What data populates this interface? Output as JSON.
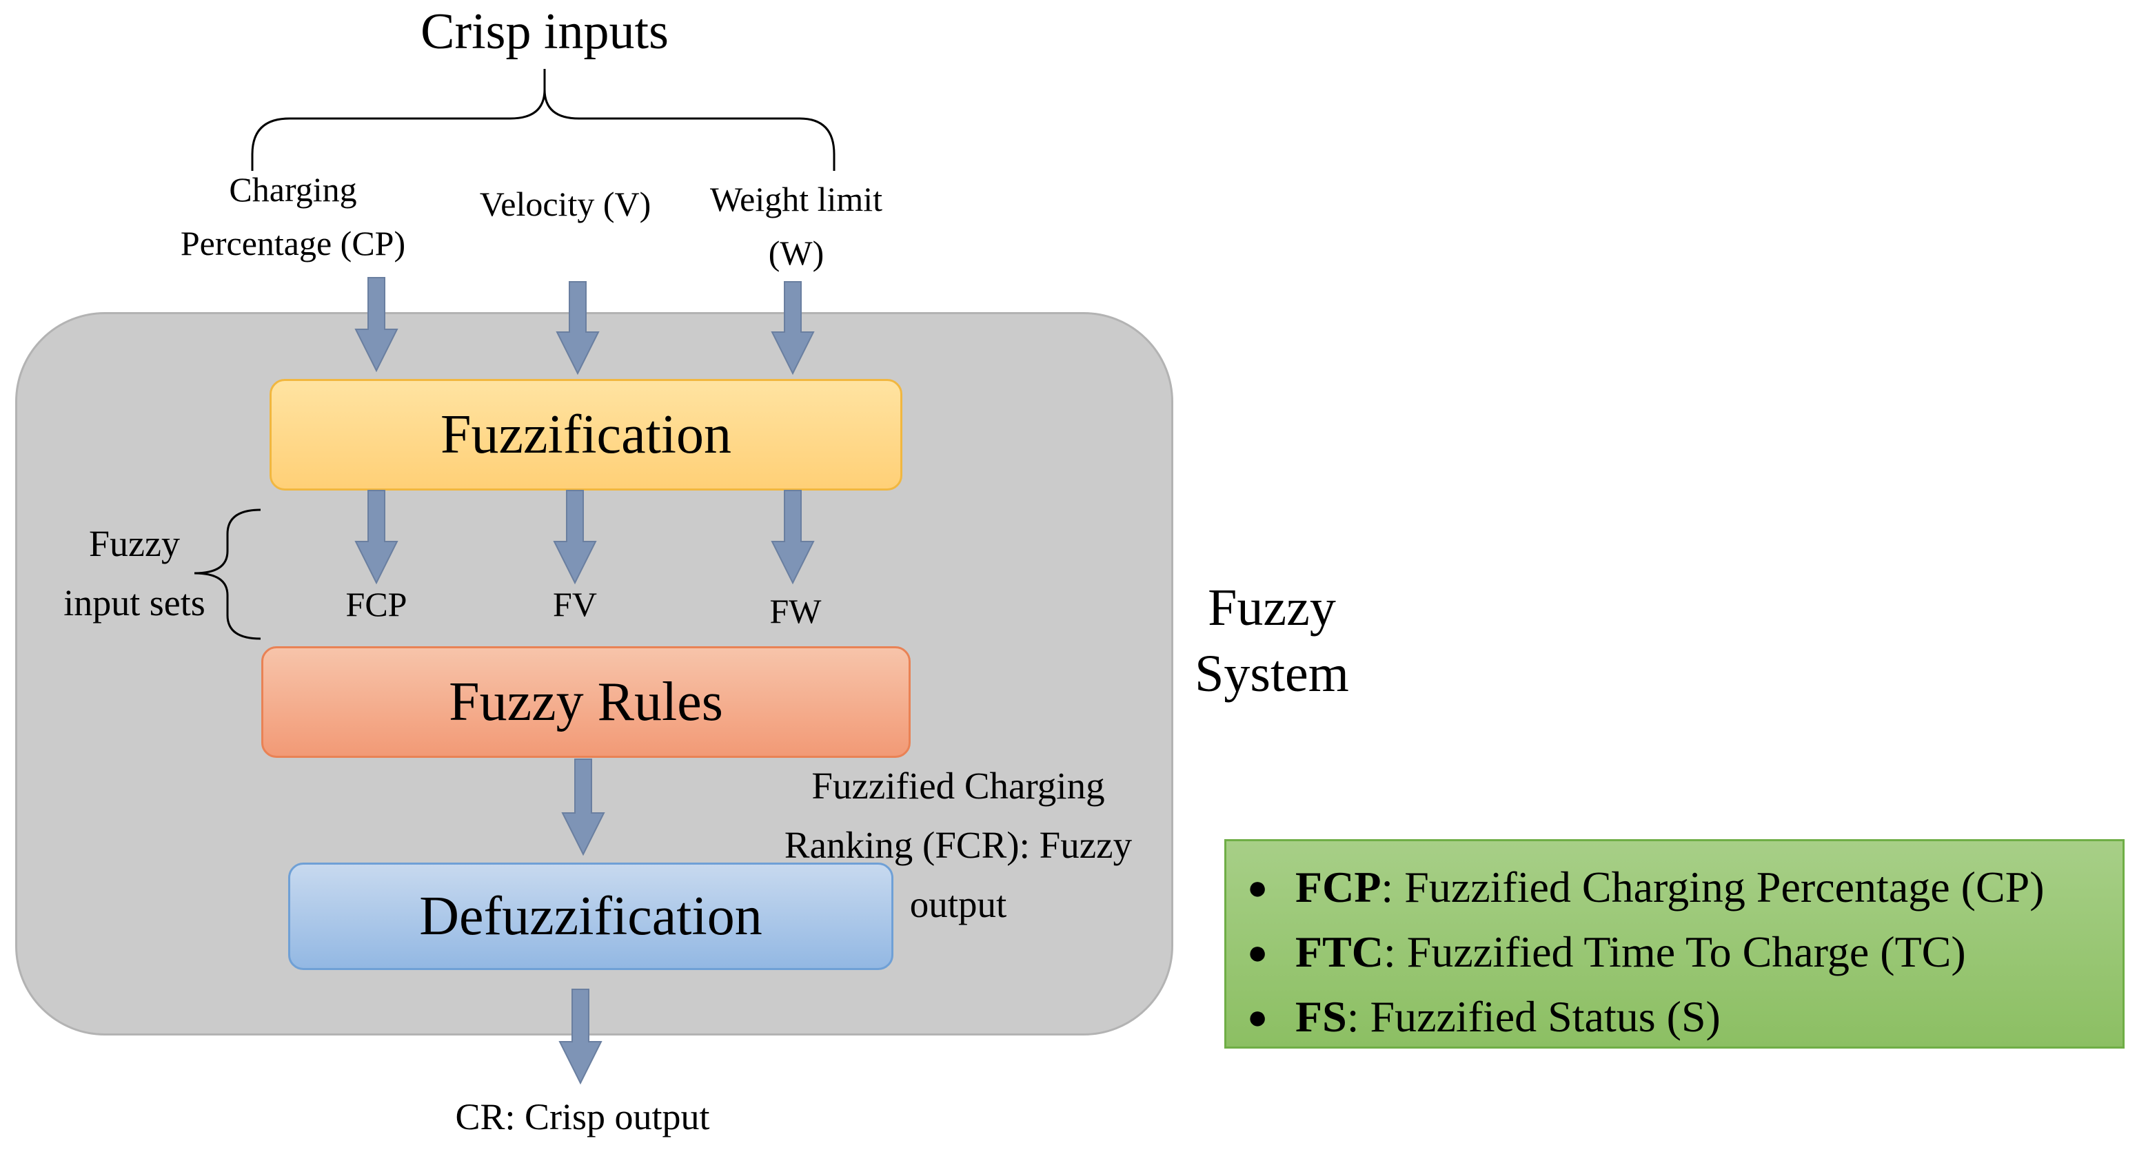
{
  "title": "Crisp inputs",
  "inputs": {
    "cp_line1": "Charging",
    "cp_line2": "Percentage  (CP)",
    "velocity": "Velocity  (V)",
    "weight_line1": "Weight  limit",
    "weight_line2": "(W)"
  },
  "stages": {
    "fuzzification": "Fuzzification",
    "rules": "Fuzzy Rules",
    "defuzzification": "Defuzzification"
  },
  "fuzzy_sets": {
    "label_line1": "Fuzzy",
    "label_line2": "input sets",
    "fcp": "FCP",
    "fv": "FV",
    "fw": "FW"
  },
  "fcr": {
    "line1": "Fuzzified  Charging",
    "line2": "Ranking  (FCR):  Fuzzy",
    "line3": "output"
  },
  "system_label": {
    "line1": "Fuzzy",
    "line2": "System"
  },
  "output_label": "CR:  Crisp  output",
  "legend": [
    {
      "abbr": "FCP",
      "text": ": Fuzzified Charging Percentage (CP)"
    },
    {
      "abbr": "FTC",
      "text": ": Fuzzified Time To Charge (TC)"
    },
    {
      "abbr": "FS",
      "text": ": Fuzzified Status (S)"
    }
  ],
  "colors": {
    "system_bg": "#cbcbcb",
    "fuzzification": "#ffd98a",
    "rules": "#f4ac8a",
    "defuzzification": "#a9c7ea",
    "legend": "#9bc775",
    "arrow": "#7e94b6"
  }
}
